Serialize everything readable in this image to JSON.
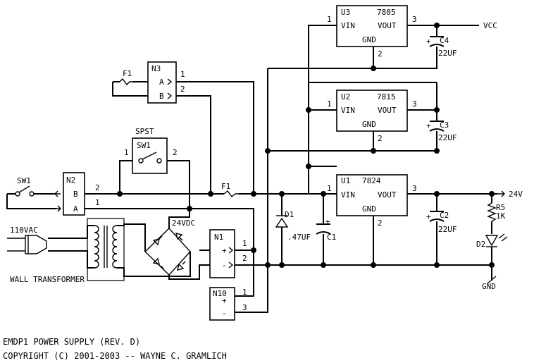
{
  "schematic": {
    "footer": {
      "title": "EMDP1 POWER SUPPLY (REV. D)",
      "copyright": "COPYRIGHT (C) 2001-2003 -- WAYNE C. GRAMLICH"
    },
    "regulators": {
      "u3": {
        "ref": "U3",
        "part": "7805",
        "vin": "VIN",
        "vout": "VOUT",
        "gnd": "GND",
        "pin_in": "1",
        "pin_out": "3",
        "pin_gnd": "2"
      },
      "u2": {
        "ref": "U2",
        "part": "7815",
        "vin": "VIN",
        "vout": "VOUT",
        "gnd": "GND",
        "pin_in": "1",
        "pin_out": "3",
        "pin_gnd": "2"
      },
      "u1": {
        "ref": "U1",
        "part": "7824",
        "vin": "VIN",
        "vout": "VOUT",
        "gnd": "GND",
        "pin_in": "1",
        "pin_out": "3",
        "pin_gnd": "2"
      }
    },
    "capacitors": {
      "c4": {
        "ref": "C4",
        "value": "22UF",
        "polarity": "+"
      },
      "c3": {
        "ref": "C3",
        "value": "22UF",
        "polarity": "+"
      },
      "c2": {
        "ref": "C2",
        "value": "22UF",
        "polarity": "+"
      },
      "c1": {
        "ref": "C1",
        "value": ".47UF",
        "polarity": "+"
      }
    },
    "connectors": {
      "n3": {
        "ref": "N3",
        "pin_a": "A",
        "pin_b": "B",
        "num_a": "1",
        "num_b": "2"
      },
      "n2": {
        "ref": "N2",
        "pin_a": "A",
        "pin_b": "B",
        "num_a": "1",
        "num_b": "2"
      },
      "n1": {
        "ref": "N1",
        "pin_plus": "+",
        "pin_minus": "-",
        "num_plus": "1",
        "num_minus": "2"
      },
      "n10": {
        "ref": "N10",
        "pin_plus": "+",
        "pin_minus": "-",
        "num_plus": "1",
        "num_minus": "3"
      }
    },
    "switches": {
      "spst": {
        "title": "SPST",
        "ref": "SW1",
        "num_left": "1",
        "num_right": "2"
      },
      "sw1": {
        "ref": "SW1"
      }
    },
    "labels": {
      "f1_top": "F1",
      "f1_line": "F1",
      "vcc": "VCC",
      "v24": "24V",
      "v24dc": "24VDC",
      "vac": "110VAC",
      "wall": "WALL TRANSFORMER",
      "d1": "D1",
      "r5": "R5",
      "r5_val": "1K",
      "d2": "D2",
      "gnd": "GND"
    }
  }
}
